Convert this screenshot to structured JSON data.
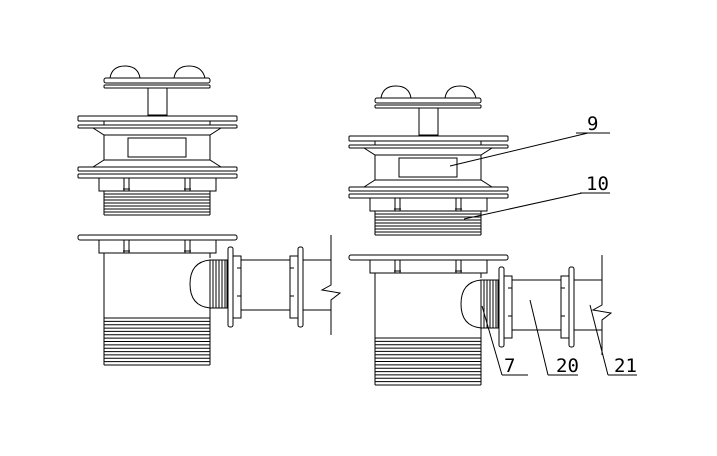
{
  "figure": {
    "left_assembly": {
      "name": "drain-assembly-unlabeled"
    },
    "right_assembly": {
      "name": "drain-assembly-labeled",
      "labels": [
        {
          "id": "9",
          "text": "9",
          "refers_to": "body-window"
        },
        {
          "id": "10",
          "text": "10",
          "refers_to": "threaded-sleeve"
        },
        {
          "id": "7",
          "text": "7",
          "refers_to": "side-coupling"
        },
        {
          "id": "20",
          "text": "20",
          "refers_to": "connecting-pipe"
        },
        {
          "id": "21",
          "text": "21",
          "refers_to": "wall-pipe"
        }
      ]
    },
    "line_color": "#000000",
    "background": "#ffffff"
  }
}
